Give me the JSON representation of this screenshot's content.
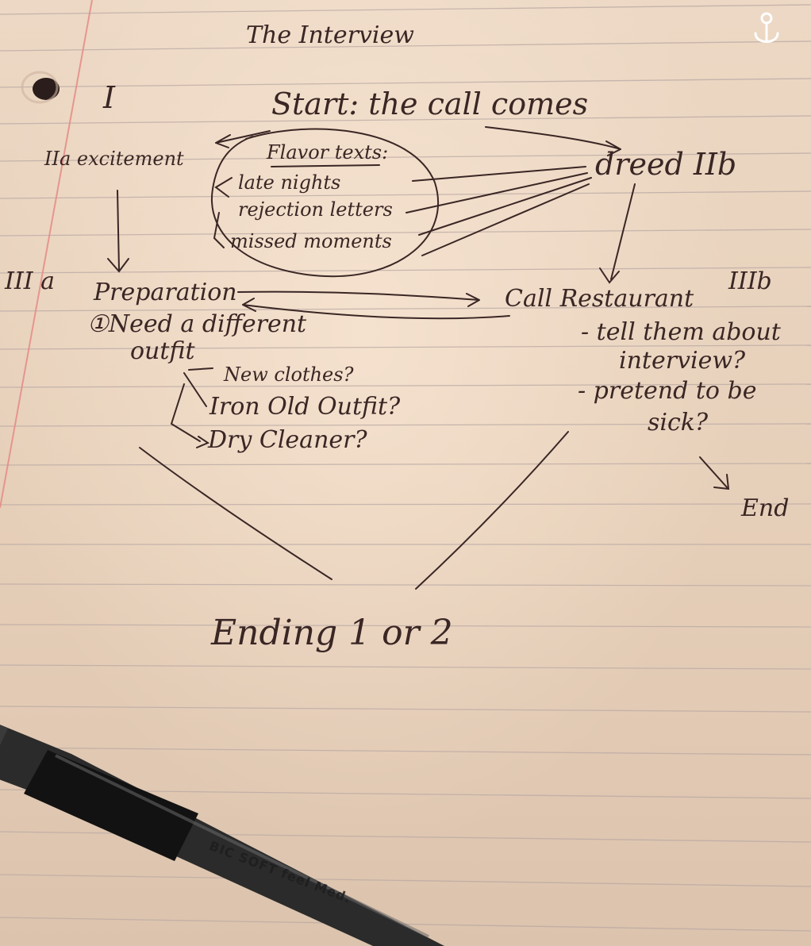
{
  "title": "The Interview",
  "section_one": "I",
  "start": "Start: the call comes",
  "excitement": "IIa excitement",
  "dreed": "dreed IIb",
  "flavor": {
    "heading": "Flavor texts:",
    "items": [
      "late nights",
      "rejection letters",
      "missed moments"
    ]
  },
  "prep_marker": "III a",
  "preparation": "Preparation",
  "need_outfit_1": "①Need a different",
  "need_outfit_2": "outfit",
  "options": [
    "New clothes?",
    "Iron Old Outfit?",
    "Dry Cleaner?"
  ],
  "call_restaurant": "Call Restaurant",
  "call_marker": "IIIb",
  "tell_1": "- tell them about",
  "tell_2": "interview?",
  "pretend_1": "- pretend to be",
  "pretend_2": "sick?",
  "end": "End",
  "ending": "Ending 1 or 2",
  "pen_brand": "BIC SOFT feel Med."
}
